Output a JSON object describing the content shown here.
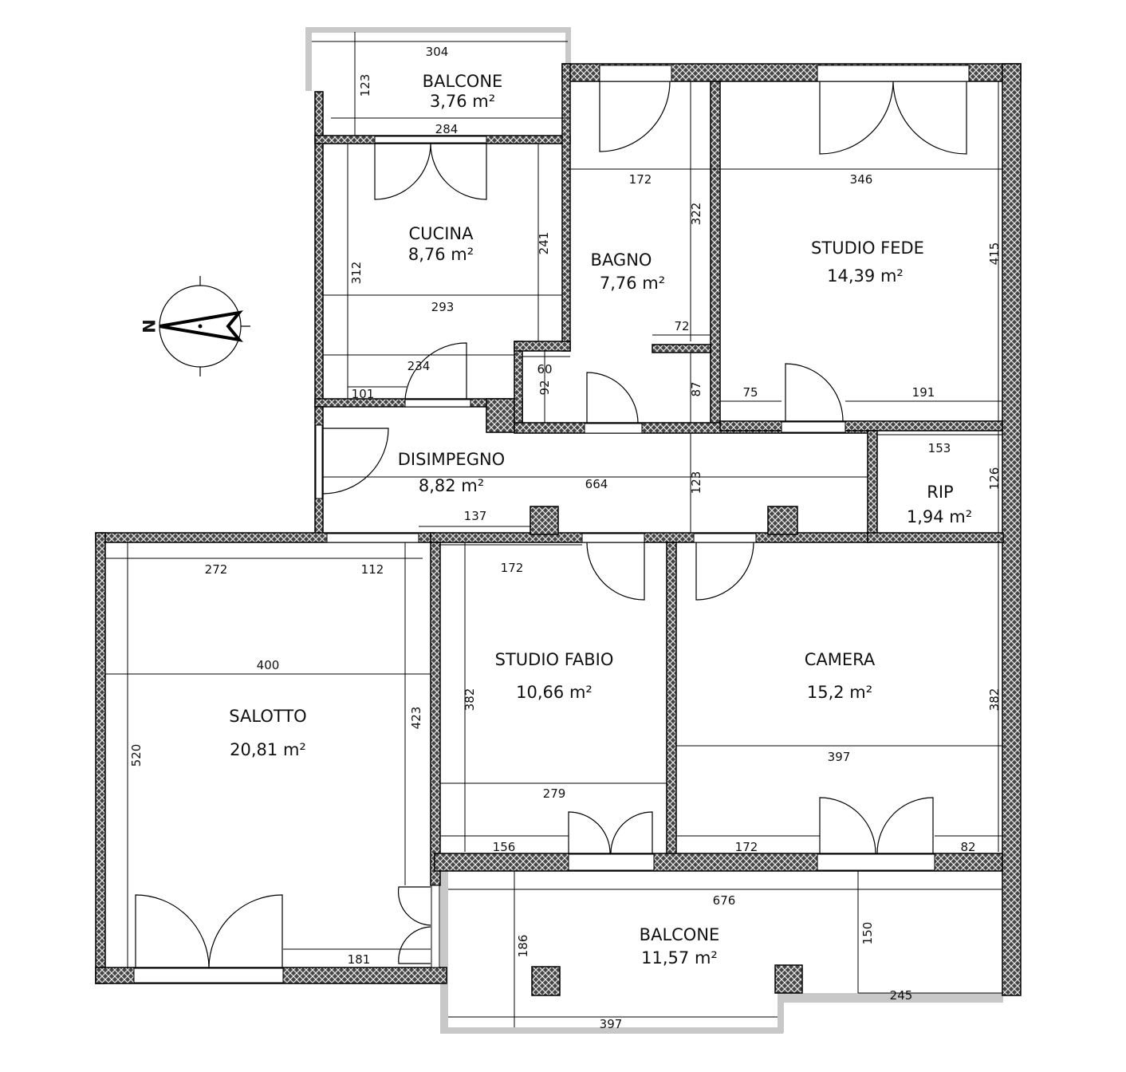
{
  "compass": {
    "label": "N"
  },
  "rooms": [
    {
      "name": "BALCONE",
      "area": "3,76 m²"
    },
    {
      "name": "CUCINA",
      "area": "8,76 m²"
    },
    {
      "name": "BAGNO",
      "area": "7,76 m²"
    },
    {
      "name": "STUDIO FEDE",
      "area": "14,39 m²"
    },
    {
      "name": "DISIMPEGNO",
      "area": "8,82 m²"
    },
    {
      "name": "RIP",
      "area": "1,94 m²"
    },
    {
      "name": "STUDIO FABIO",
      "area": "10,66 m²"
    },
    {
      "name": "CAMERA",
      "area": "15,2 m²"
    },
    {
      "name": "SALOTTO",
      "area": "20,81 m²"
    },
    {
      "name": "BALCONE",
      "area": "11,57 m²"
    }
  ],
  "dims": [
    "304",
    "123",
    "284",
    "172",
    "346",
    "322",
    "415",
    "312",
    "241",
    "293",
    "72",
    "234",
    "60",
    "92",
    "87",
    "101",
    "75",
    "191",
    "153",
    "126",
    "664",
    "123",
    "137",
    "272",
    "112",
    "172",
    "400",
    "520",
    "423",
    "382",
    "382",
    "397",
    "279",
    "156",
    "172",
    "82",
    "676",
    "150",
    "181",
    "186",
    "245",
    "397"
  ]
}
